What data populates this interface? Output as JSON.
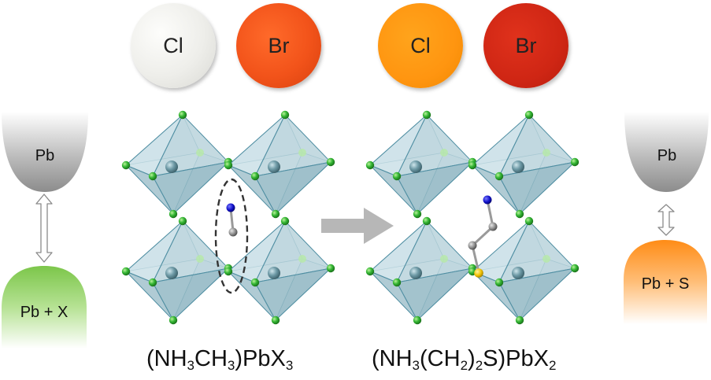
{
  "disks": [
    {
      "label": "Cl",
      "color": "#eeeeea"
    },
    {
      "label": "Br",
      "color": "#f2531a"
    },
    {
      "label": "Cl",
      "color": "#ff9510"
    },
    {
      "label": "Br",
      "color": "#cf2614"
    }
  ],
  "left_bands": {
    "top": "Pb",
    "bottom": "Pb + X",
    "bottom_color": "#8cd05a"
  },
  "right_bands": {
    "top": "Pb",
    "bottom": "Pb + S",
    "bottom_color": "#ff9a2e"
  },
  "formula_left": {
    "p1": "(NH",
    "s1": "3",
    "p2": "CH",
    "s2": "3",
    "p3": ")PbX",
    "s3": "3"
  },
  "formula_right": {
    "p1": "(NH",
    "s1": "3",
    "p2": "(CH",
    "s2": "2",
    "p3": ")",
    "s3": "2",
    "p4": "S)PbX",
    "s4": "2"
  },
  "colors": {
    "halide": "#33b533",
    "lead": "#6e9aa6",
    "nitrogen": "#1010c8",
    "carbon": "#8a8a8a",
    "sulfur": "#f2c200",
    "octahedron": "#a9c8d2"
  }
}
